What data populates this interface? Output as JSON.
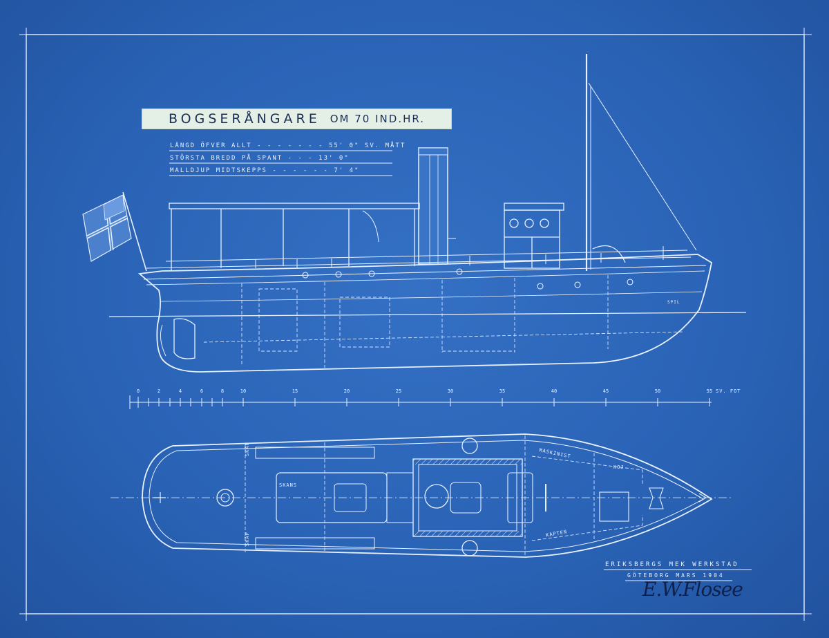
{
  "title": {
    "main": "BOGSERÅNGARE",
    "sub": "OM 70 IND.HR."
  },
  "specs": [
    {
      "label": "LÄNGD ÖFVER ALLT",
      "value": "55' 0\"",
      "unit": "SV. MÅTT"
    },
    {
      "label": "STÖRSTA BREDD PÅ SPANT",
      "value": "13' 0\"",
      "unit": ""
    },
    {
      "label": "MALLDJUP MIDTSKEPPS",
      "value": "7' 4\"",
      "unit": ""
    }
  ],
  "scale": {
    "ticks": [
      "0",
      "2",
      "4",
      "6",
      "8",
      "10",
      "15",
      "20",
      "25",
      "30",
      "35",
      "40",
      "45",
      "50",
      "55"
    ],
    "unit_label": "SV. FOT"
  },
  "rooms": {
    "skans": "SKANS",
    "maskinist": "MASKINIST",
    "koj": "KOJ",
    "kapten": "KAPTEN",
    "skap_top": "SKÅP",
    "skap_bottom": "SKÅP",
    "spil": "SPIL"
  },
  "maker": {
    "yard": "ERIKSBERGS MEK WERKSTAD",
    "place_date": "GÖTEBORG  MARS 1904",
    "signature": "E.W.Flosee"
  },
  "colors": {
    "paper": "#2a63b6",
    "line": "#eaf2ff",
    "title_strip": "#e4efe6"
  }
}
